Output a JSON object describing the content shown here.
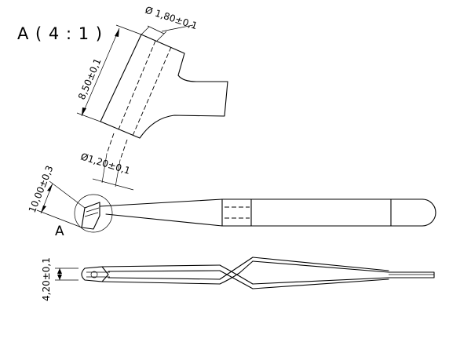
{
  "detail_view": {
    "title": "A ( 4 : 1 )",
    "dim_outer_diameter": "Ø 1,80±0,1",
    "dim_length": "8,50±0,1",
    "dim_inner_diameter": "Ø1,20±0,1"
  },
  "top_view": {
    "dim_tip_length": "10,00±0,3",
    "callout_label": "A"
  },
  "side_view": {
    "dim_tip_height": "4,20±0,1"
  }
}
